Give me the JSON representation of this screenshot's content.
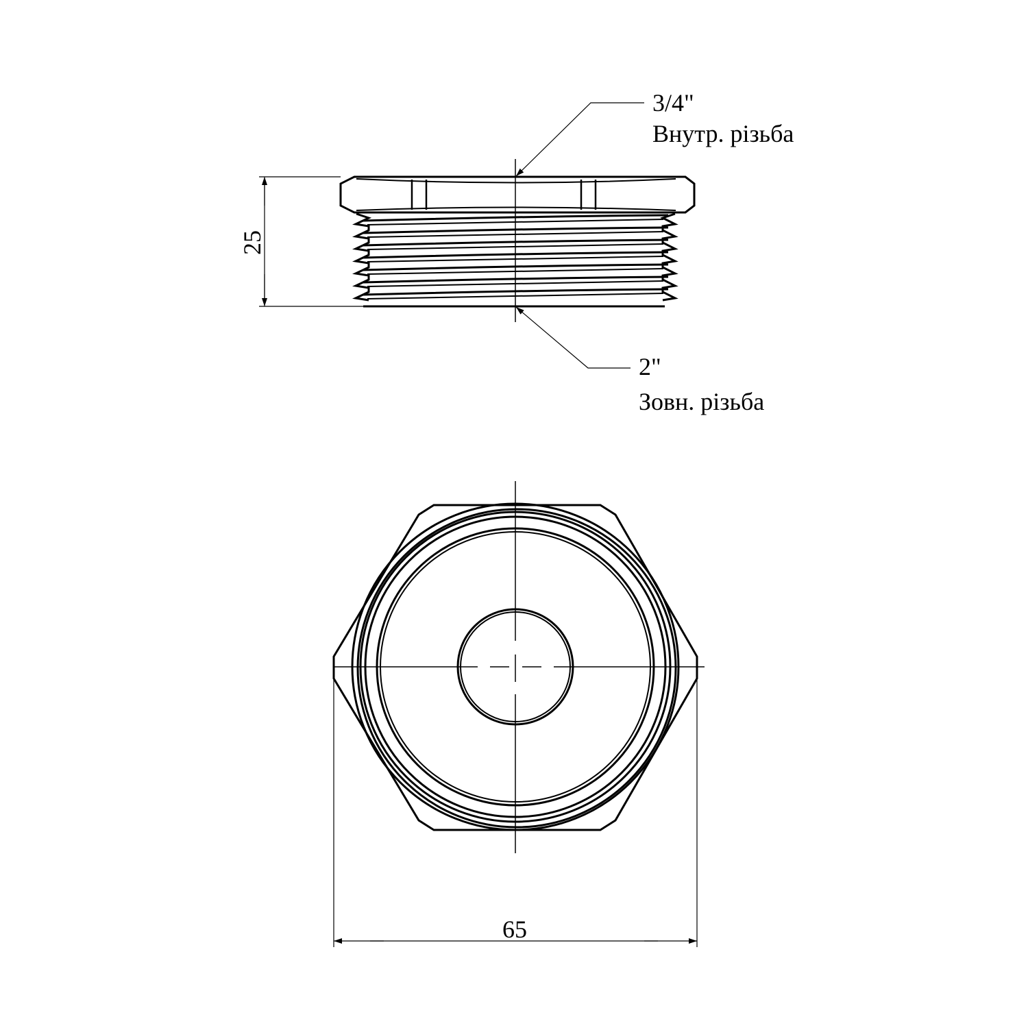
{
  "drawing": {
    "top_callout": {
      "size": "3/4\"",
      "note": "Внутр. різьба"
    },
    "bottom_callout": {
      "size": "2\"",
      "note": "Зовн. різьба"
    },
    "dimension_height": "25",
    "dimension_width": "65",
    "line_color": "#000000"
  }
}
